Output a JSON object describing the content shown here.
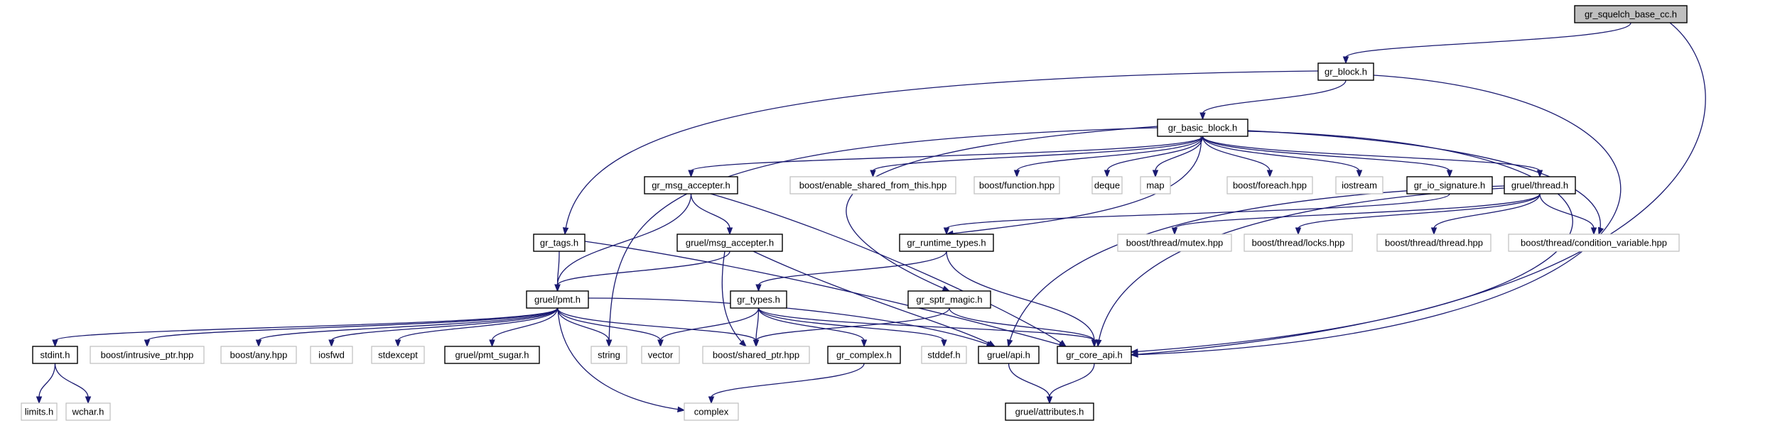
{
  "nodes": [
    {
      "id": "n0",
      "label": "gr_squelch_base_cc.h",
      "kind": "root"
    },
    {
      "id": "n1",
      "label": "gr_block.h",
      "kind": "file"
    },
    {
      "id": "n2",
      "label": "gr_basic_block.h",
      "kind": "file"
    },
    {
      "id": "n3",
      "label": "gr_msg_accepter.h",
      "kind": "file"
    },
    {
      "id": "n4",
      "label": "boost/enable_shared_from_this.hpp",
      "kind": "external"
    },
    {
      "id": "n5",
      "label": "boost/function.hpp",
      "kind": "external"
    },
    {
      "id": "n6",
      "label": "deque",
      "kind": "external"
    },
    {
      "id": "n7",
      "label": "map",
      "kind": "external"
    },
    {
      "id": "n8",
      "label": "boost/foreach.hpp",
      "kind": "external"
    },
    {
      "id": "n9",
      "label": "iostream",
      "kind": "external"
    },
    {
      "id": "n10",
      "label": "gr_io_signature.h",
      "kind": "file"
    },
    {
      "id": "n11",
      "label": "gruel/thread.h",
      "kind": "file"
    },
    {
      "id": "n12",
      "label": "gr_tags.h",
      "kind": "file"
    },
    {
      "id": "n13",
      "label": "gruel/msg_accepter.h",
      "kind": "file"
    },
    {
      "id": "n14",
      "label": "gr_runtime_types.h",
      "kind": "file"
    },
    {
      "id": "n15",
      "label": "boost/thread/mutex.hpp",
      "kind": "external"
    },
    {
      "id": "n16",
      "label": "boost/thread/locks.hpp",
      "kind": "external"
    },
    {
      "id": "n17",
      "label": "boost/thread/thread.hpp",
      "kind": "external"
    },
    {
      "id": "n18",
      "label": "boost/thread/condition_variable.hpp",
      "kind": "external"
    },
    {
      "id": "n19",
      "label": "gruel/pmt.h",
      "kind": "file"
    },
    {
      "id": "n20",
      "label": "gr_types.h",
      "kind": "file"
    },
    {
      "id": "n21",
      "label": "gr_sptr_magic.h",
      "kind": "file"
    },
    {
      "id": "n22",
      "label": "stdint.h",
      "kind": "file"
    },
    {
      "id": "n23",
      "label": "boost/intrusive_ptr.hpp",
      "kind": "external"
    },
    {
      "id": "n24",
      "label": "boost/any.hpp",
      "kind": "external"
    },
    {
      "id": "n25",
      "label": "iosfwd",
      "kind": "external"
    },
    {
      "id": "n26",
      "label": "stdexcept",
      "kind": "external"
    },
    {
      "id": "n27",
      "label": "gruel/pmt_sugar.h",
      "kind": "file"
    },
    {
      "id": "n28",
      "label": "string",
      "kind": "external"
    },
    {
      "id": "n29",
      "label": "vector",
      "kind": "external"
    },
    {
      "id": "n30",
      "label": "boost/shared_ptr.hpp",
      "kind": "external"
    },
    {
      "id": "n31",
      "label": "gr_complex.h",
      "kind": "file"
    },
    {
      "id": "n32",
      "label": "stddef.h",
      "kind": "external"
    },
    {
      "id": "n33",
      "label": "gruel/api.h",
      "kind": "file"
    },
    {
      "id": "n34",
      "label": "gr_core_api.h",
      "kind": "file"
    },
    {
      "id": "n35",
      "label": "limits.h",
      "kind": "external"
    },
    {
      "id": "n36",
      "label": "wchar.h",
      "kind": "external"
    },
    {
      "id": "n37",
      "label": "complex",
      "kind": "external"
    },
    {
      "id": "n38",
      "label": "gruel/attributes.h",
      "kind": "file"
    }
  ],
  "edges": [
    [
      "n0",
      "n1"
    ],
    [
      "n0",
      "n34"
    ],
    [
      "n1",
      "n2"
    ],
    [
      "n1",
      "n12"
    ],
    [
      "n1",
      "n34"
    ],
    [
      "n2",
      "n3"
    ],
    [
      "n2",
      "n4"
    ],
    [
      "n2",
      "n5"
    ],
    [
      "n2",
      "n6"
    ],
    [
      "n2",
      "n7"
    ],
    [
      "n2",
      "n8"
    ],
    [
      "n2",
      "n9"
    ],
    [
      "n2",
      "n10"
    ],
    [
      "n2",
      "n11"
    ],
    [
      "n2",
      "n18"
    ],
    [
      "n2",
      "n14"
    ],
    [
      "n2",
      "n21"
    ],
    [
      "n2",
      "n28"
    ],
    [
      "n2",
      "n34"
    ],
    [
      "n3",
      "n13"
    ],
    [
      "n3",
      "n19"
    ],
    [
      "n3",
      "n34"
    ],
    [
      "n10",
      "n14"
    ],
    [
      "n11",
      "n15"
    ],
    [
      "n11",
      "n16"
    ],
    [
      "n11",
      "n17"
    ],
    [
      "n11",
      "n18"
    ],
    [
      "n11",
      "n33"
    ],
    [
      "n11",
      "n34"
    ],
    [
      "n12",
      "n19"
    ],
    [
      "n12",
      "n34"
    ],
    [
      "n13",
      "n19"
    ],
    [
      "n13",
      "n30"
    ],
    [
      "n13",
      "n33"
    ],
    [
      "n14",
      "n20"
    ],
    [
      "n14",
      "n34"
    ],
    [
      "n21",
      "n30"
    ],
    [
      "n21",
      "n34"
    ],
    [
      "n19",
      "n22"
    ],
    [
      "n19",
      "n23"
    ],
    [
      "n19",
      "n24"
    ],
    [
      "n19",
      "n25"
    ],
    [
      "n19",
      "n26"
    ],
    [
      "n19",
      "n27"
    ],
    [
      "n19",
      "n28"
    ],
    [
      "n19",
      "n29"
    ],
    [
      "n19",
      "n30"
    ],
    [
      "n19",
      "n37"
    ],
    [
      "n19",
      "n33"
    ],
    [
      "n20",
      "n29"
    ],
    [
      "n20",
      "n30"
    ],
    [
      "n20",
      "n31"
    ],
    [
      "n20",
      "n32"
    ],
    [
      "n20",
      "n34"
    ],
    [
      "n22",
      "n35"
    ],
    [
      "n22",
      "n36"
    ],
    [
      "n31",
      "n37"
    ],
    [
      "n33",
      "n38"
    ],
    [
      "n34",
      "n38"
    ]
  ]
}
